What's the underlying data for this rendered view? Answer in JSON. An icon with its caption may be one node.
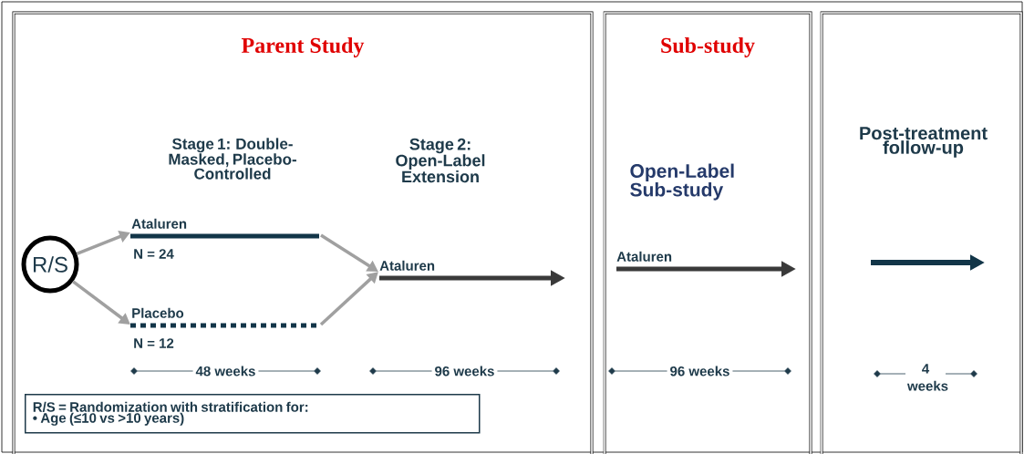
{
  "diagram": {
    "nodes": [
      {
        "text": [
          "Parent Study"
        ]
      },
      {
        "text": [
          "R/S"
        ],
        "in": 0
      },
      {
        "text": [
          "Ataluren"
        ],
        "beside": [
          "N = 24"
        ],
        "in": 0
      },
      {
        "text": [
          "Placebo"
        ],
        "beside": [
          "N = 12"
        ],
        "in": 0
      },
      {
        "text": [
          "Ataluren"
        ],
        "in": 0
      },
      {
        "text": [
          "R/S = Randomization with stratification for:",
          "• Age (≤10 vs >10 years)"
        ],
        "in": 0
      },
      {
        "text": [
          "Sub-study",
          "Open-Label Sub-study"
        ]
      },
      {
        "text": [
          "Ataluren"
        ],
        "in": 6
      },
      {
        "text": [
          "Post-treatment follow-up"
        ]
      }
    ],
    "edges": [
      {
        "from": 1,
        "to": 2,
        "arrow": "to"
      },
      {
        "from": 1,
        "to": 3,
        "arrow": "to"
      },
      {
        "from": 2,
        "to": 4,
        "arrow": "to"
      },
      {
        "from": 3,
        "to": 4,
        "arrow": "to"
      },
      {
        "from": 4,
        "to": null,
        "arrow": "to",
        "color": "#3a3a3a"
      },
      {
        "from": 7,
        "to": null,
        "arrow": "to",
        "color": "#3a3a3a"
      }
    ],
    "labels": [
      "Stage 1: Double-Masked, Placebo-Controlled",
      "Stage 2: Open-Label Extension",
      "48 weeks",
      "96 weeks",
      "96 weeks",
      "4 weeks"
    ]
  }
}
